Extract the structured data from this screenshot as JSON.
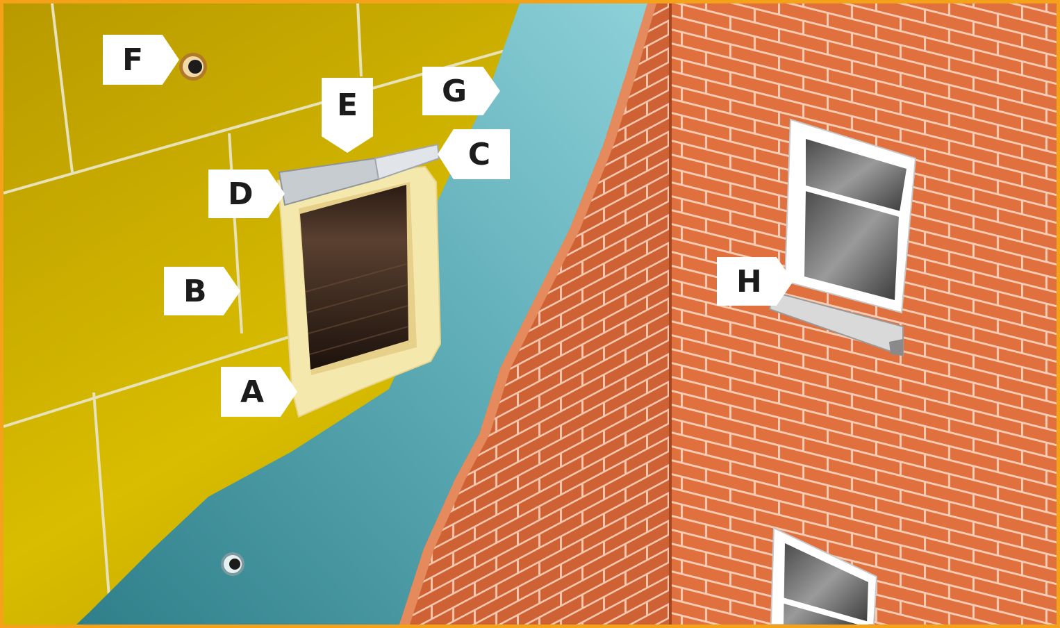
{
  "frame": {
    "border_color": "#f5a21b"
  },
  "colors": {
    "insulation": "#d4b800",
    "membrane": "#5fb0b8",
    "brick": "#d8693a",
    "mortar": "#f0c4a8",
    "tape": "#f3e6a8",
    "window_frame": "#ffffff",
    "sill": "#d9d9d9"
  },
  "labels": {
    "A": "A",
    "B": "B",
    "C": "C",
    "D": "D",
    "E": "E",
    "F": "F",
    "G": "G",
    "H": "H"
  },
  "icons": [
    "insulation-fixing-icon",
    "membrane-fixing-icon"
  ]
}
